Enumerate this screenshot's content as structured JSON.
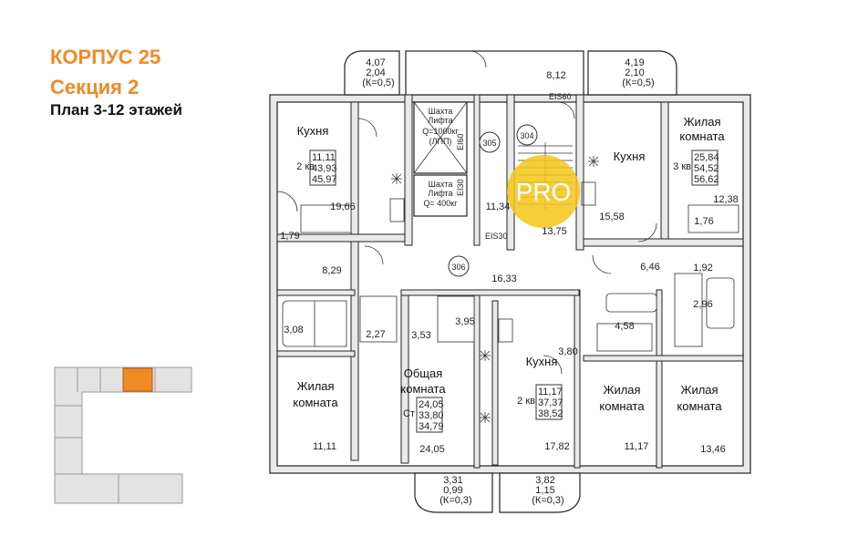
{
  "header": {
    "building": "КОРПУС 25",
    "section": "Секция 2",
    "plan": "План 3-12 этажей"
  },
  "colors": {
    "accent": "#f08a24",
    "highlight": "#f5c518"
  },
  "badge": "PRO",
  "rooms": {
    "kitchen_label": "Кухня",
    "living_label": "Жилая комната",
    "living_l1": "Жилая",
    "living_l2": "комната",
    "common_l1": "Общая",
    "common_l2": "комната"
  },
  "shafts": {
    "lift1_l1": "Шахта",
    "lift1_l2": "Лифта",
    "lift1_l3": "Q=1000кг",
    "lift1_l4": "(ЛПП)",
    "lift2_l1": "Шахта",
    "lift2_l2": "Лифта",
    "lift2_l3": "Q= 400кг",
    "code_305": "305",
    "code_304": "304",
    "code_306": "306",
    "ei60a": "EI60",
    "ei60b": "EIS60",
    "ei30a": "EI30",
    "ei30b": "EIS30"
  },
  "balconies": {
    "tl_area": "4,07",
    "tl_v": "2,04",
    "tl_k": "(К=0,5)",
    "top_area": "8,12",
    "tr_area": "4,19",
    "tr_v": "2,10",
    "tr_k": "(К=0,5)",
    "bl_area": "3,31",
    "bl_v": "0,99",
    "bl_k": "(К=0,3)",
    "br_area": "3,82",
    "br_v": "1,15",
    "br_k": "(К=0,3)"
  },
  "apartments": {
    "a1": {
      "type": "2 кв",
      "v1": "11,11",
      "v2": "43,93",
      "v3": "45,97"
    },
    "a2": {
      "type": "3 кв",
      "v1": "25,84",
      "v2": "54,52",
      "v3": "56,62"
    },
    "a3": {
      "type": "Ст",
      "v1": "24,05",
      "v2": "33,80",
      "v3": "34,79"
    },
    "a4": {
      "type": "2 кв",
      "v1": "11,17",
      "v2": "37,37",
      "v3": "38,52"
    }
  },
  "areas": {
    "r19_66": "19,66",
    "r1_79": "1,79",
    "r8_29": "8,29",
    "r3_08": "3,08",
    "r2_27": "2,27",
    "r3_53": "3,53",
    "r3_95": "3,95",
    "r11_34": "11,34",
    "r13_75": "13,75",
    "r16_33": "16,33",
    "r15_58": "15,58",
    "r12_38": "12,38",
    "r1_76": "1,76",
    "r6_46": "6,46",
    "r1_92": "1,92",
    "r2_96": "2,96",
    "r4_58": "4,58",
    "r3_80": "3,80",
    "r11_11": "11,11",
    "r24_05": "24,05",
    "r17_82": "17,82",
    "r11_17": "11,17",
    "r13_46": "13,46"
  }
}
